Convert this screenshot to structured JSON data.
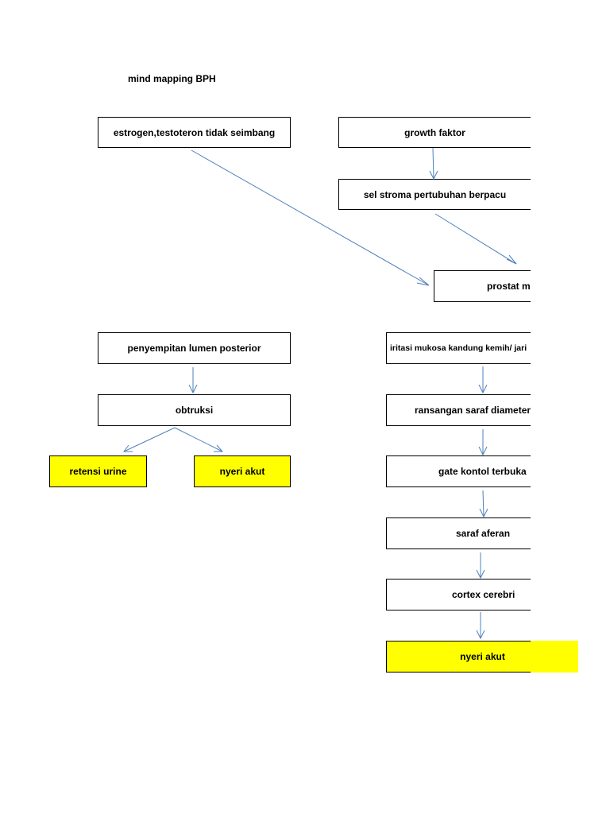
{
  "title": "mind mapping BPH",
  "arrow_color": "#4f81bd",
  "highlight_color": "#ffff00",
  "boxes": {
    "estrogen": "estrogen,testoteron tidak seimbang",
    "growth": "growth faktor",
    "stroma": "sel stroma pertubuhan berpacu",
    "prostat": "prostat m",
    "penyempitan": "penyempitan lumen posterior",
    "obtruksi": "obtruksi",
    "retensi": "retensi urine",
    "nyeri_left": "nyeri akut",
    "iritasi": "iritasi mukosa kandung kemih/ jari",
    "ransangan": "ransangan saraf diameter",
    "gate": "gate kontol terbuka",
    "saraf": "saraf aferan",
    "cortex": "cortex cerebri",
    "nyeri_right": "nyeri akut"
  }
}
